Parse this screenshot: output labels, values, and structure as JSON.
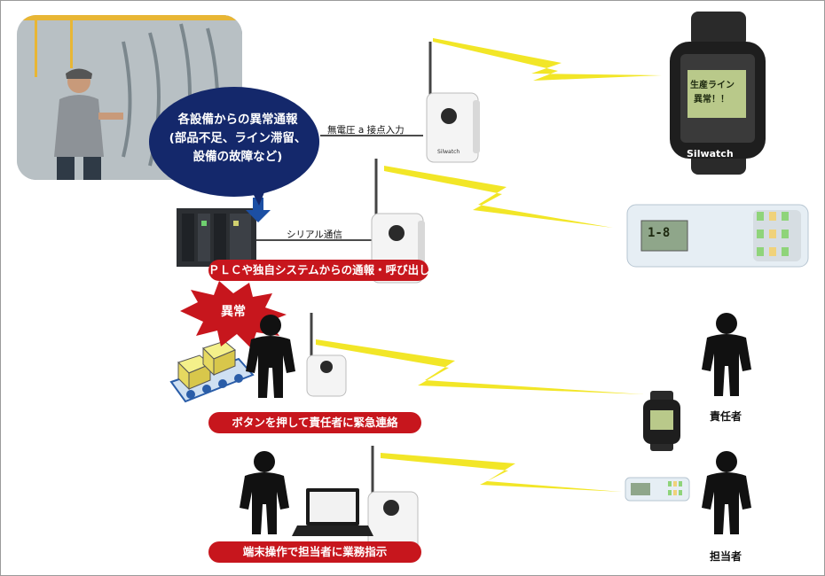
{
  "bubble": {
    "lines": [
      "各設備からの異常通報",
      "(部品不足、ライン滞留、",
      "設備の故障など)"
    ]
  },
  "connections": {
    "contact_input": "無電圧 a 接点入力",
    "serial": "シリアル通信"
  },
  "banners": {
    "plc": "ＰＬＣや独自システムからの通報・呼び出し",
    "button": "ボタンを押して責任者に緊急連絡",
    "terminal": "端末操作で担当者に業務指示"
  },
  "alert_burst": "異常",
  "roles": {
    "supervisor": "責任者",
    "staff": "担当者"
  },
  "devices": {
    "watch_screen_line1": "生産ライン",
    "watch_screen_line2": "異常！！",
    "watch_brand": "Silwatch",
    "light_screen": "1-8",
    "transmitter_brand": "Silwatch"
  },
  "colors": {
    "banner_red": "#c7161d",
    "bubble_navy": "#14286b",
    "lightning_yellow": "#f2e627",
    "arrow_blue": "#1c4fa3"
  }
}
